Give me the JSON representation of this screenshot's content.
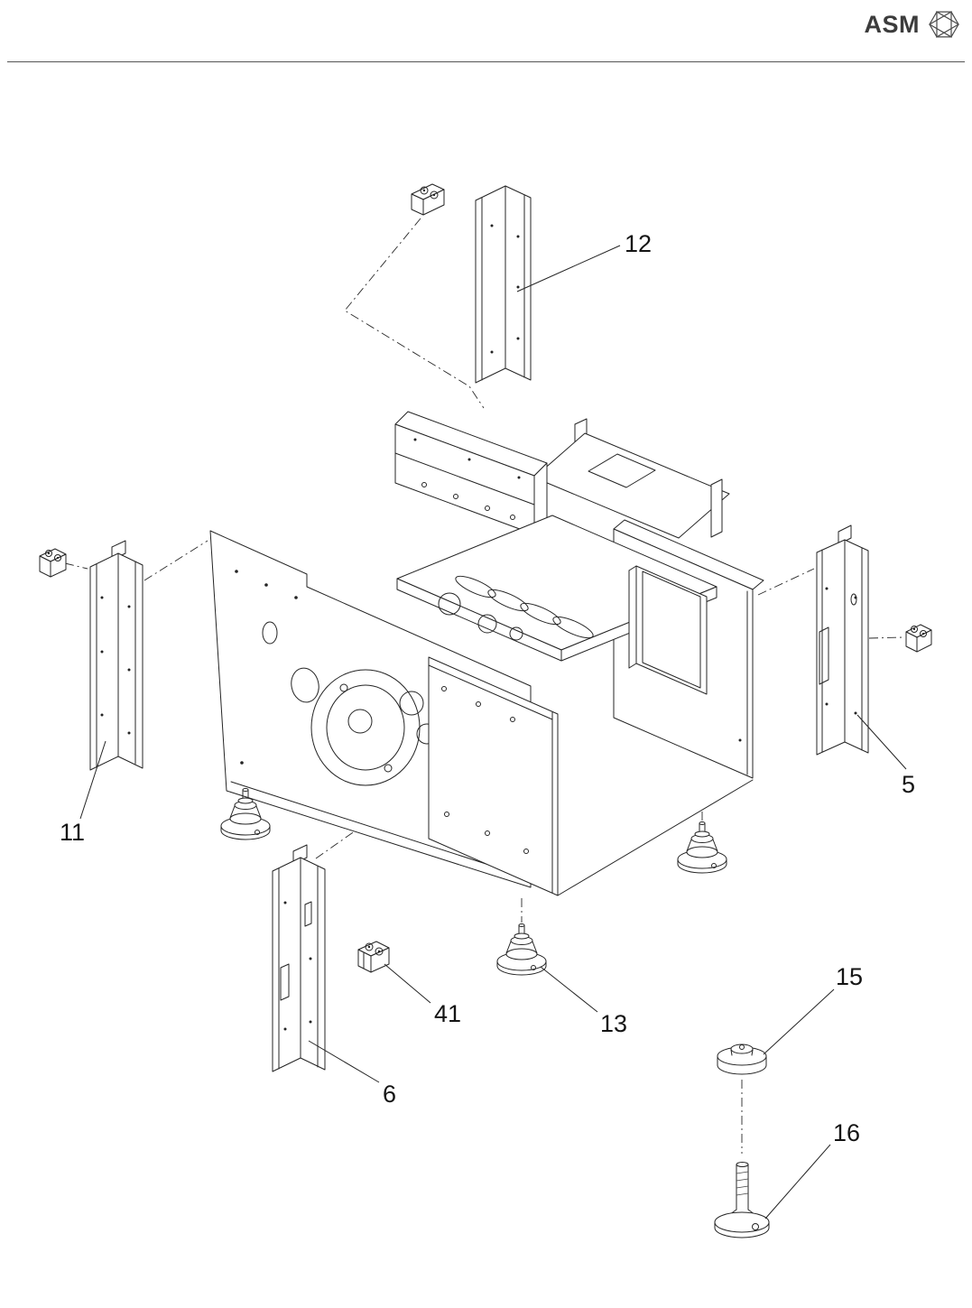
{
  "header": {
    "brand": "ASM",
    "logo_icon": "asm-geodesic-logo"
  },
  "diagram": {
    "type": "exploded-parts-diagram",
    "callouts": [
      {
        "text": "12"
      },
      {
        "text": "11"
      },
      {
        "text": "5"
      },
      {
        "text": "6"
      },
      {
        "text": "41"
      },
      {
        "text": "13"
      },
      {
        "text": "15"
      },
      {
        "text": "16"
      }
    ]
  }
}
